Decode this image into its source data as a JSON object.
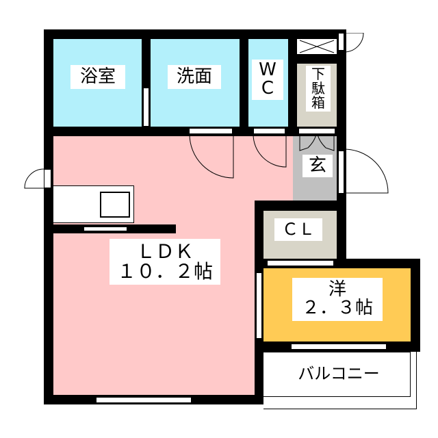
{
  "rooms": {
    "bath": "浴室",
    "washroom": "洗面",
    "wc_line1": "W",
    "wc_line2": "C",
    "shoebox_1": "下",
    "shoebox_2": "駄",
    "shoebox_3": "箱",
    "entrance": "玄",
    "closet": "ＣＬ",
    "ldk_name": "ＬＤＫ",
    "ldk_size": "１０．２帖",
    "western_name": "洋",
    "western_size": "２．３帖",
    "balcony": "バルコニー"
  },
  "colors": {
    "wet": "#b3f0fb",
    "ldk": "#ffc9c9",
    "storage": "#d8d5c8",
    "entrance": "#c0c0c0",
    "western": "#ffcb55",
    "wall": "#000000"
  }
}
